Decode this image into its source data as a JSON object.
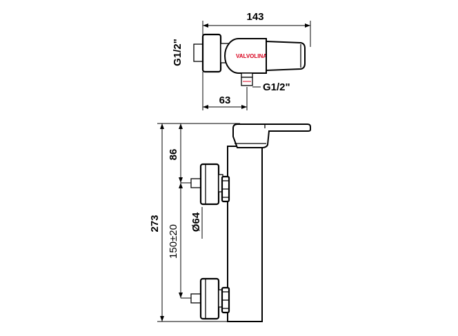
{
  "top_view": {
    "dim_width": "143",
    "dim_depth": "63",
    "inlet_thread": "G1/2\"",
    "outlet_thread": "G1/2\"",
    "brand_label": "VALVOLINA",
    "brand_color": "#d8001c"
  },
  "side_view": {
    "dim_total_height": "273",
    "dim_lever_height": "86",
    "dim_center_distance": "150±20",
    "dim_rosette_diameter": "Ø64"
  }
}
